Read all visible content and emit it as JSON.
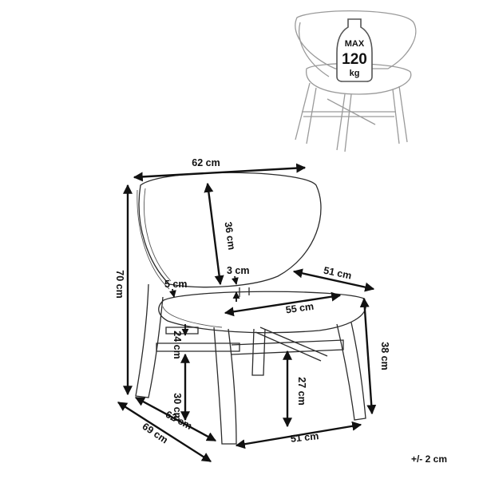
{
  "thumbnail": {
    "max_label": "MAX",
    "max_value": "120",
    "max_unit": "kg"
  },
  "dimensions": {
    "overall_width": "62 cm",
    "backrest_height": "36 cm",
    "backrest_gap": "3 cm",
    "seat_offset": "5 cm",
    "seat_depth_top": "51 cm",
    "seat_width": "55 cm",
    "overall_height": "70 cm",
    "front_height": "38 cm",
    "seat_thickness": "24 cm",
    "stretcher_height_rear": "27 cm",
    "stretcher_height_side": "30 cm",
    "base_depth": "62 cm",
    "overall_depth": "69 cm",
    "base_width": "51 cm"
  },
  "tolerance": "+/- 2 cm",
  "colors": {
    "line": "#2b2b2b",
    "dimension": "#111111",
    "thumbnail": "#9a9a9a"
  }
}
